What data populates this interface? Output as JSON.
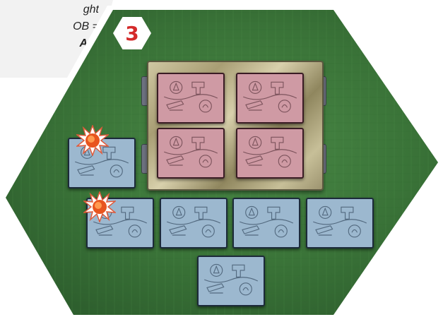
{
  "rules_text": {
    "line1": "ght",
    "line2": "OB =",
    "line3_bold": "AD",
    "line3_end": ","
  },
  "scenario": {
    "number": "3",
    "color": "#d42a2a"
  },
  "board": {
    "terrain": "grass",
    "shape": "hexagon",
    "color": "#3f7a3e"
  },
  "bunker": {
    "icon": "bunker-icon",
    "red_units": 4
  },
  "blue_units": 6,
  "hit_markers": 2
}
